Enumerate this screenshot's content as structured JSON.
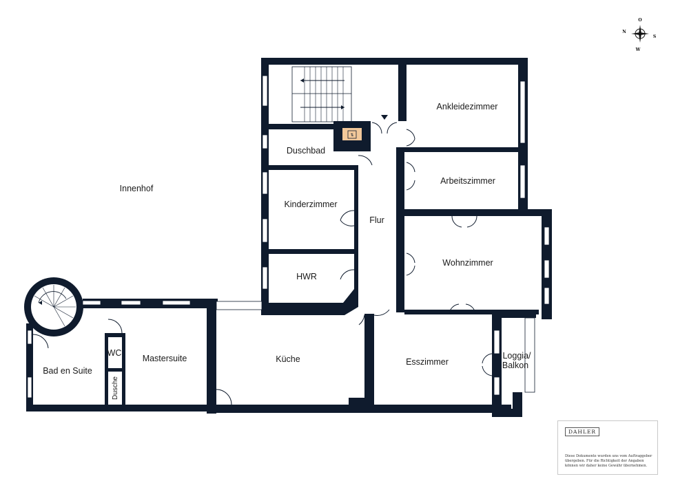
{
  "rooms": {
    "innenhof": "Innenhof",
    "ankleidezimmer": "Ankleidezimmer",
    "duschbad": "Duschbad",
    "arbeitszimmer": "Arbeitszimmer",
    "kinderzimmer": "Kinderzimmer",
    "flur": "Flur",
    "wohnzimmer": "Wohnzimmer",
    "hwr": "HWR",
    "mastersuite": "Mastersuite",
    "bad_en_suite": "Bad en Suite",
    "wc": "WC",
    "dusche": "Dusche",
    "kueche": "Küche",
    "esszimmer": "Esszimmer",
    "loggia_line1": "Loggia/",
    "loggia_line2": "Balkon"
  },
  "compass": {
    "north": "N",
    "east": "O",
    "south": "S",
    "west": "W"
  },
  "footer": {
    "brand": "DAHLER",
    "disclaimer": "Diese Dokumente wurden uns vom Auftraggeber übergeben. Für die Richtigkeit der Angaben können wir daher keine Gewähr übernehmen."
  },
  "colors": {
    "wall": "#0f1b2d",
    "elevator": "#f2c89a",
    "background": "#ffffff"
  }
}
